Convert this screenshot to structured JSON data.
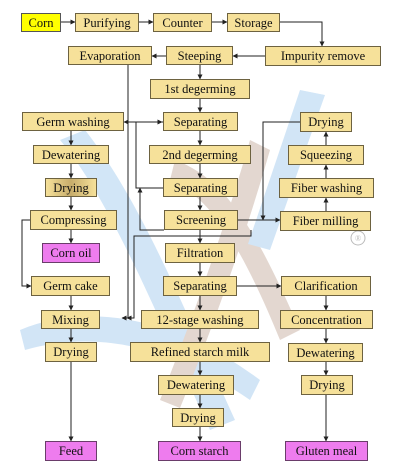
{
  "nodes": {
    "corn": "Corn",
    "purifying": "Purifying",
    "counter": "Counter",
    "storage": "Storage",
    "impurity_remove": "Impurity remove",
    "steeping": "Steeping",
    "evaporation": "Evaporation",
    "first_degerming": "1st degerming",
    "germ_washing": "Germ washing",
    "separating_1": "Separating",
    "drying_fiber": "Drying",
    "dewatering_germ": "Dewatering",
    "second_degerming": "2nd degerming",
    "squeezing": "Squeezing",
    "drying_germ": "Drying",
    "separating_2": "Separating",
    "fiber_washing": "Fiber washing",
    "compressing": "Compressing",
    "screening": "Screening",
    "fiber_milling": "Fiber milling",
    "corn_oil": "Corn oil",
    "filtration": "Filtration",
    "germ_cake": "Germ cake",
    "separating_3": "Separating",
    "clarification": "Clarification",
    "mixing": "Mixing",
    "stage_washing": "12-stage washing",
    "concentration": "Concentration",
    "drying_feed": "Drying",
    "refined_starch_milk": "Refined starch milk",
    "dewatering_gluten": "Dewatering",
    "dewatering_starch": "Dewatering",
    "drying_gluten": "Drying",
    "drying_starch": "Drying",
    "feed": "Feed",
    "corn_starch": "Corn starch",
    "gluten_meal": "Gluten meal"
  },
  "colors": {
    "process_box": "#f6e19a",
    "start_box": "#ffff00",
    "product_box": "#ee7cee",
    "line": "#222222",
    "watermark_blue": "#7fb6e8",
    "watermark_brown": "#b08f7a"
  }
}
